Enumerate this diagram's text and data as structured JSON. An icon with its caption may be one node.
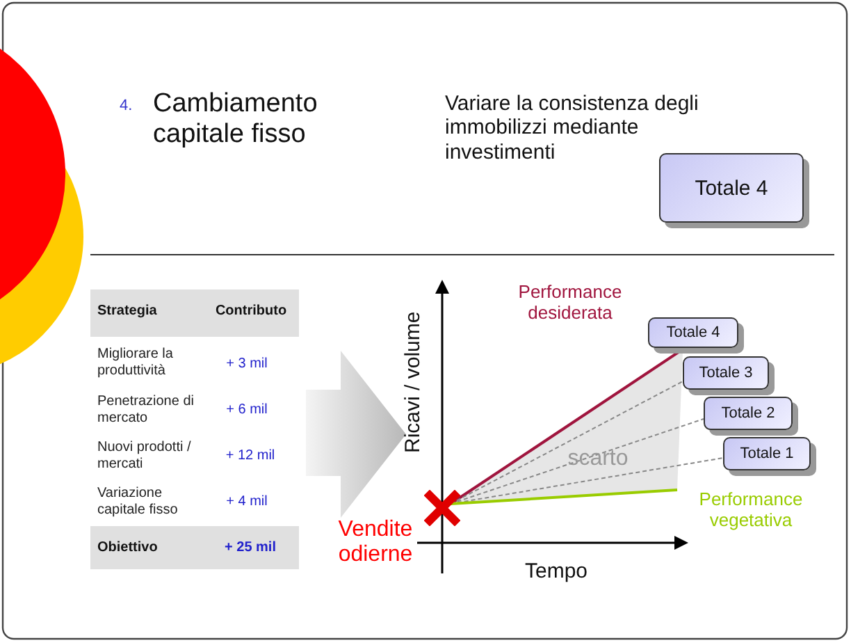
{
  "diagram": {
    "nodes": [
      {
        "text": [
          "Totale 4"
        ]
      },
      {
        "text": [],
        "shape": "cross"
      },
      {
        "text": [
          "Totale 4"
        ]
      },
      {
        "text": [
          "Totale 3"
        ]
      },
      {
        "text": [
          "Totale 2"
        ]
      },
      {
        "text": [
          "Totale 1"
        ]
      }
    ],
    "edges": [
      {
        "from": 1,
        "to": 2,
        "arrow": "none",
        "color": "#a0153e"
      },
      {
        "from": 1,
        "to": 3,
        "arrow": "none",
        "style": "dashed"
      },
      {
        "from": 1,
        "to": 4,
        "arrow": "none",
        "style": "dashed"
      },
      {
        "from": 1,
        "to": 5,
        "arrow": "none",
        "style": "dashed"
      },
      {
        "from": 1,
        "to": null,
        "arrow": "none",
        "color": "#99cc00"
      }
    ],
    "labels": [
      "4.",
      "Cambiamento capitale fisso",
      "Variare la consistenza degli immobilizzi mediante investimenti",
      "Strategia",
      "Contributo",
      "Migliorare la produttività",
      "+ 3 mil",
      "Penetrazione di mercato",
      "+ 6 mil",
      "Nuovi prodotti / mercati",
      "+ 12 mil",
      "Variazione capitale fisso",
      "+ 4 mil",
      "Obiettivo",
      "+ 25 mil",
      "Performance desiderata",
      "Ricavi / volume",
      "scarto",
      "Performance vegetativa",
      "Tempo",
      "Vendite odierne"
    ]
  }
}
